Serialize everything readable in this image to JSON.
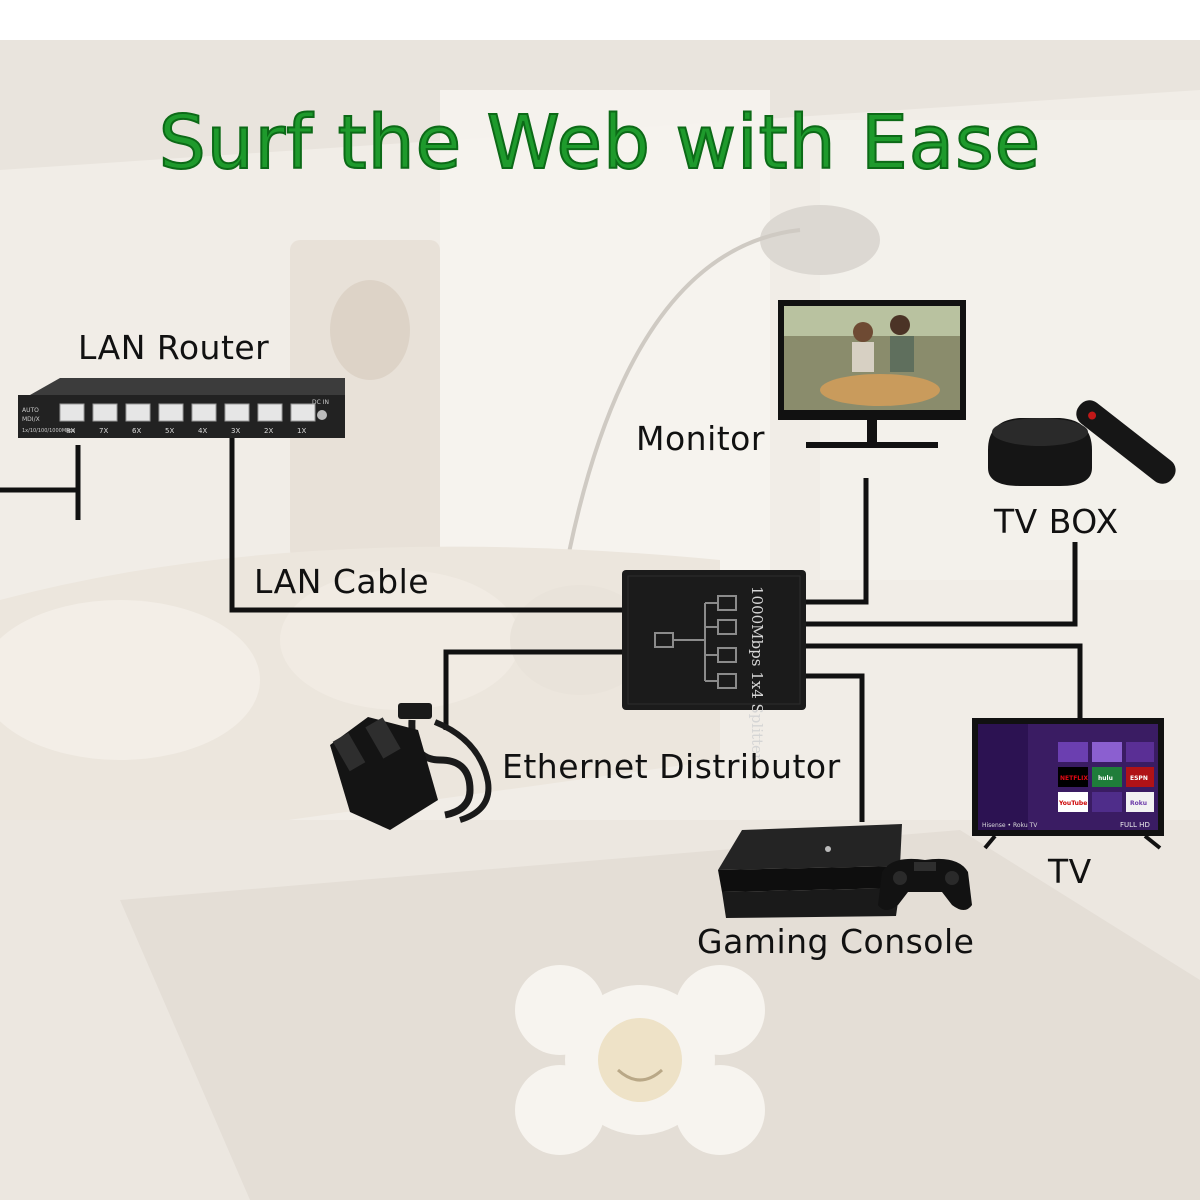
{
  "headline": "Surf the Web with Ease",
  "labels": {
    "lan_router": "LAN Router",
    "lan_cable": "LAN Cable",
    "monitor": "Monitor",
    "tv_box": "TV BOX",
    "ethernet_distributor": "Ethernet Distributor",
    "gaming_console": "Gaming Console",
    "tv": "TV"
  },
  "router": {
    "badge_top": "AUTO",
    "badge_mid": "MDI/X",
    "spec": "1x/10/100/1000Mbps",
    "power": "DC IN",
    "ports": [
      "8X",
      "7X",
      "6X",
      "5X",
      "4X",
      "3X",
      "2X",
      "1X"
    ]
  },
  "splitter_text": "1000Mbps 1x4 Splitter",
  "tv_screen": {
    "brand": "Hisense • Roku TV",
    "tiles": [
      "NETFLIX",
      "hulu",
      "ESPN",
      "YouTube",
      "Roku"
    ],
    "badge": "FULL HD"
  },
  "colors": {
    "headline": "#1e9a2c",
    "cable": "#111111",
    "device": "#1c1c1c"
  }
}
